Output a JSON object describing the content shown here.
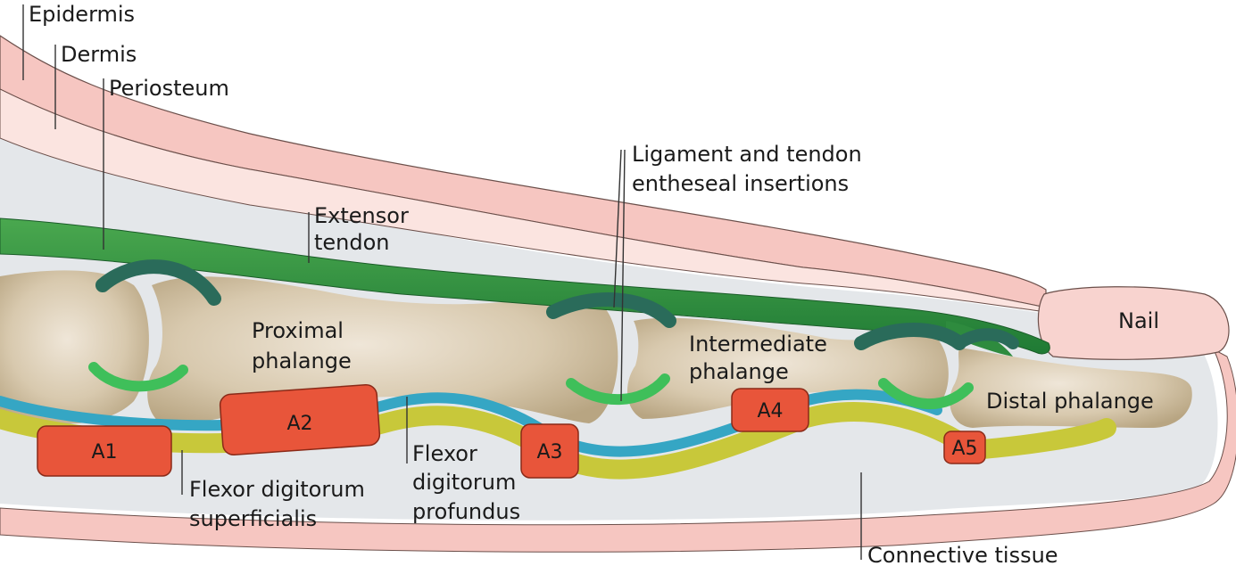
{
  "labels": {
    "epidermis": "Epidermis",
    "dermis": "Dermis",
    "periosteum": "Periosteum",
    "ligament_line1": "Ligament and tendon",
    "ligament_line2": "entheseal insertions",
    "extensor_line1": "Extensor",
    "extensor_line2": "tendon",
    "nail": "Nail",
    "proximal_line1": "Proximal",
    "proximal_line2": "phalange",
    "intermediate_line1": "Intermediate",
    "intermediate_line2": "phalange",
    "distal": "Distal phalange",
    "fds_line1": "Flexor digitorum",
    "fds_line2": "superficialis",
    "fdp_line1": "Flexor",
    "fdp_line2": "digitorum",
    "fdp_line3": "profundus",
    "connective": "Connective tissue"
  },
  "pulleys": [
    {
      "id": "a1",
      "label": "A1"
    },
    {
      "id": "a2",
      "label": "A2"
    },
    {
      "id": "a3",
      "label": "A3"
    },
    {
      "id": "a4",
      "label": "A4"
    },
    {
      "id": "a5",
      "label": "A5"
    }
  ],
  "colors": {
    "epidermis": "#f6c6c1",
    "dermis": "#fbe4e0",
    "connective_tissue": "#e4e7ea",
    "bone_light": "#efe6d8",
    "bone_dark": "#b8a582",
    "extensor_tendon": "#2e8b3e",
    "entheseal_dark": "#2a6b5a",
    "entheseal_light": "#3fbf5a",
    "flexor_profundus": "#35a6c4",
    "flexor_superficialis": "#c8c83a",
    "pulley": "#e8553a"
  }
}
